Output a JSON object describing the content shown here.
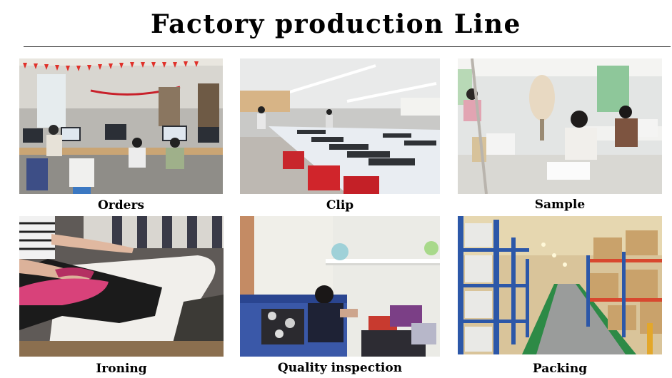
{
  "page": {
    "title": "Factory production Line"
  },
  "panels": [
    {
      "caption": "Orders",
      "scene": "office-workstations-photo"
    },
    {
      "caption": "Clip",
      "scene": "cutting-table-photo"
    },
    {
      "caption": "Sample",
      "scene": "sewing-workshop-photo"
    },
    {
      "caption": "Ironing",
      "scene": "ironing-table-photo"
    },
    {
      "caption": "Quality inspection",
      "scene": "inspection-bench-photo"
    },
    {
      "caption": "Packing",
      "scene": "warehouse-shelves-photo"
    }
  ]
}
